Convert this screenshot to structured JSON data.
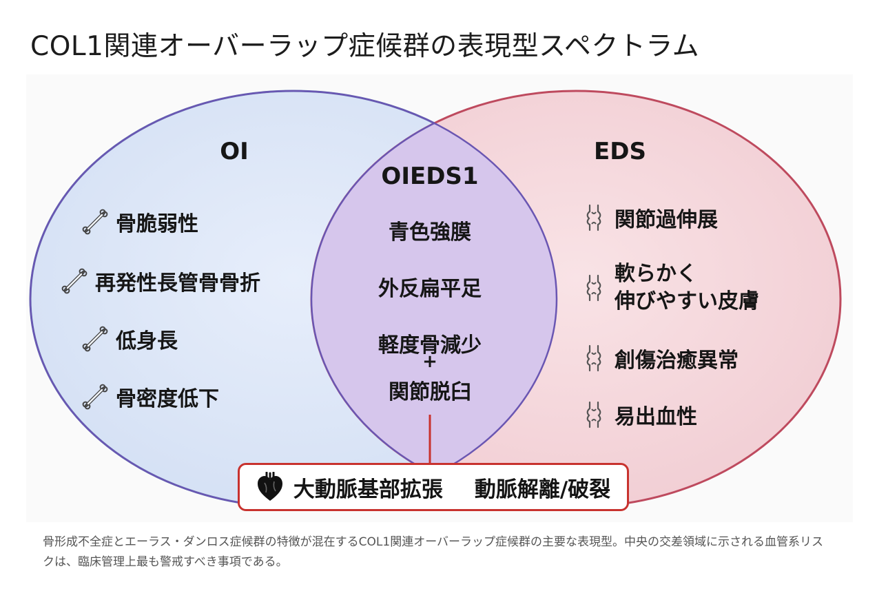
{
  "title": "COL1関連オーバーラップ症候群の表現型スペクトラム",
  "diagram": {
    "left_set": {
      "title": "OI",
      "icon": "bone-icon",
      "color": "#dfe8f7",
      "stroke": "#5876b0",
      "items": [
        "骨脆弱性",
        "再発性長管骨骨折",
        "低身長",
        "骨密度低下"
      ]
    },
    "right_set": {
      "title": "EDS",
      "icon": "joint-icon",
      "color": "#f6d8dc",
      "stroke": "#be4a5e",
      "items": [
        "関節過伸展",
        "軟らかく",
        "伸びやすい皮膚",
        "創傷治癒異常",
        "易出血性"
      ]
    },
    "intersection": {
      "title": "OIEDS1",
      "color": "#d6c6ec",
      "stroke": "#6a56b2",
      "items": [
        "青色強膜",
        "外反扁平足",
        "軽度骨減少",
        "+",
        "関節脱臼"
      ]
    },
    "risk_box": {
      "icon": "heart-icon",
      "accent": "#c8322e",
      "text_a": "大動脈基部拡張",
      "text_b": "動脈解離/破裂"
    }
  },
  "caption": "骨形成不全症とエーラス・ダンロス症候群の特徴が混在するCOL1関連オーバーラップ症候群の主要な表現型。中央の交差領域に示される血管系リスクは、臨床管理上最も警戒すべき事項である。"
}
